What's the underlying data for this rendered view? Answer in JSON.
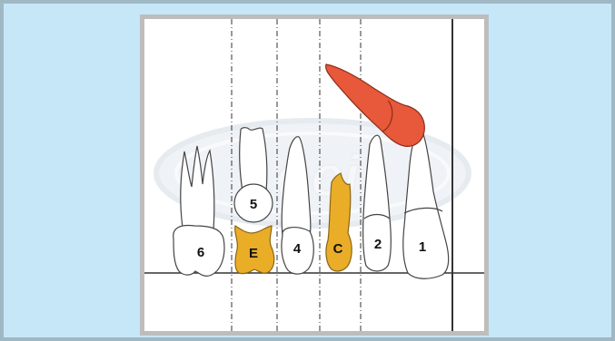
{
  "colors": {
    "background": "#c6e7f7",
    "panel": "#ffffff",
    "panel_border": "#bdbdbd",
    "primary_tooth_fill": "#e9ad28",
    "erupting_canine_fill": "#e8583a",
    "outline": "#333333"
  },
  "teeth": {
    "t6": "6",
    "t5": "5",
    "tE": "E",
    "t4": "4",
    "tC": "C",
    "t2": "2",
    "t1": "1"
  },
  "watermark": "Loci"
}
